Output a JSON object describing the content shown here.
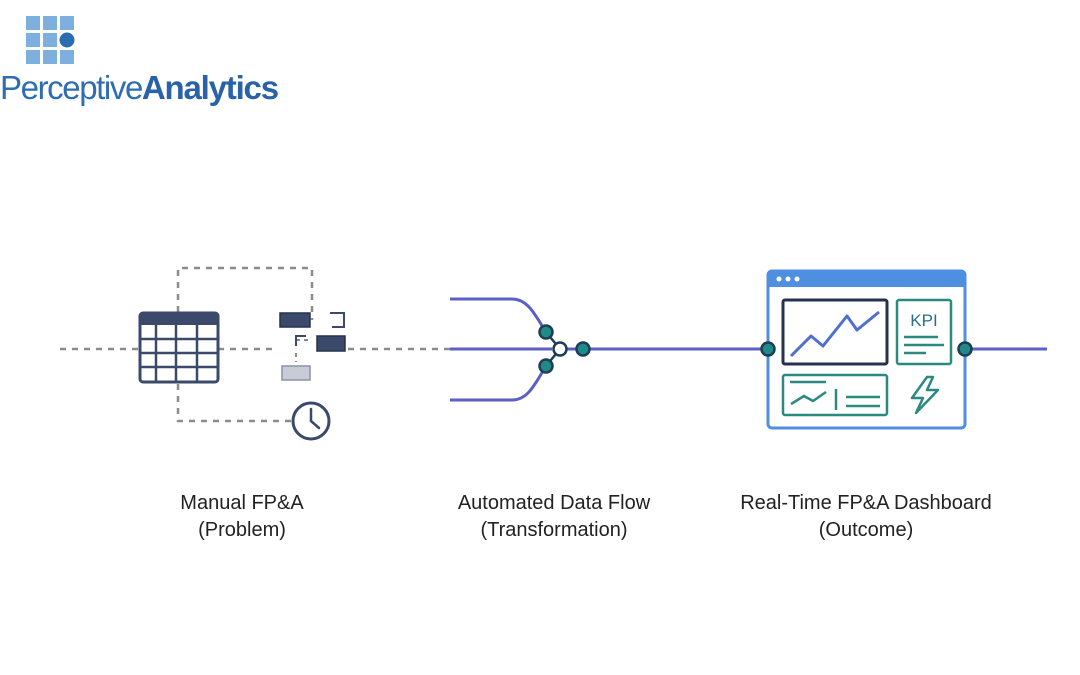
{
  "logo": {
    "text_regular": "Perceptive",
    "text_bold": "Analytics",
    "colors": {
      "square": "#7eb0df",
      "dot": "#2b6cb0",
      "text": "#2f6db3"
    }
  },
  "stages": [
    {
      "title": "Manual FP&A",
      "subtitle": "(Problem)",
      "icon": "spreadsheet-icon"
    },
    {
      "title": "Automated Data Flow",
      "subtitle": "(Transformation)",
      "icon": "data-merge-icon"
    },
    {
      "title": "Real-Time FP&A Dashboard",
      "subtitle": "(Outcome)",
      "icon": "dashboard-icon"
    }
  ],
  "dashboard": {
    "kpi_label": "KPI"
  },
  "colors": {
    "flow_line": "#5b5fc7",
    "node_fill": "#1f8a8a",
    "node_stroke": "#1f3d54",
    "dashboard_border": "#4f8fe0",
    "card_border": "#2a8a80",
    "navy": "#3b4a6b",
    "gray_dash": "#8c8c8c"
  }
}
